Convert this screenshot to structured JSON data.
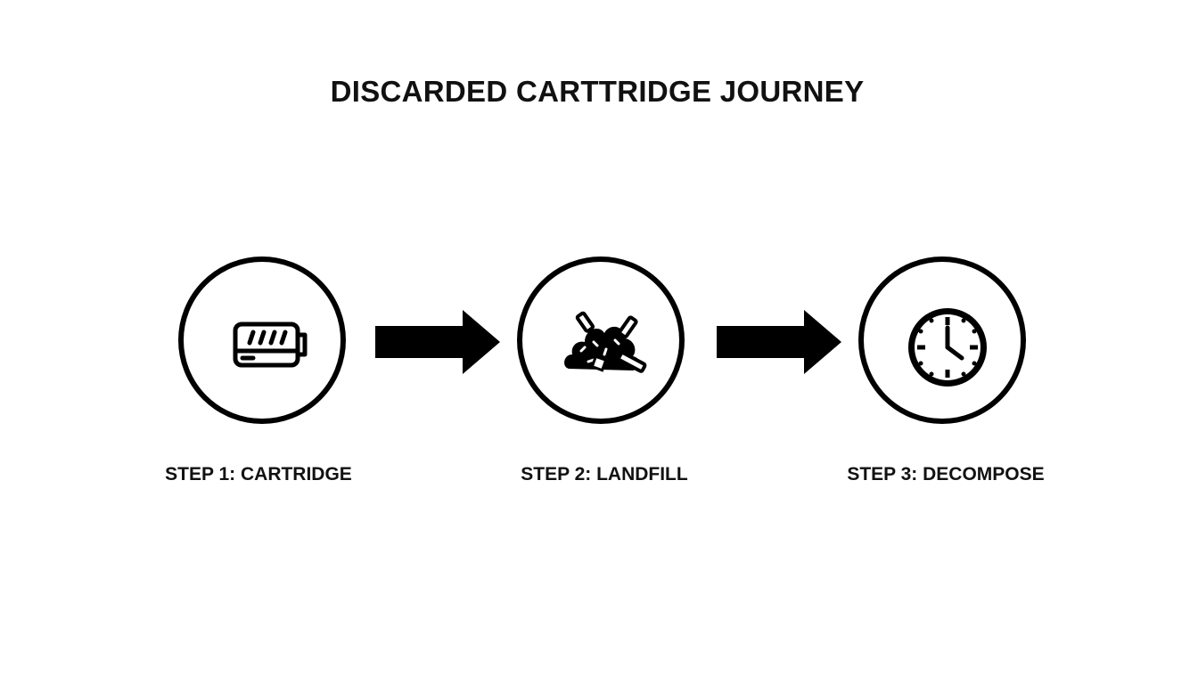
{
  "title": "DISCARDED CARTTRIDGE JOURNEY",
  "steps": [
    {
      "label": "STEP 1: CARTRIDGE",
      "icon": "cartridge-icon"
    },
    {
      "label": "STEP 2: LANDFILL",
      "icon": "landfill-trash-pile-icon"
    },
    {
      "label": "STEP 3: DECOMPOSE",
      "icon": "clock-icon"
    }
  ],
  "connectors": [
    "arrow-right",
    "arrow-right"
  ],
  "colors": {
    "ink": "#000000",
    "background": "#ffffff"
  }
}
